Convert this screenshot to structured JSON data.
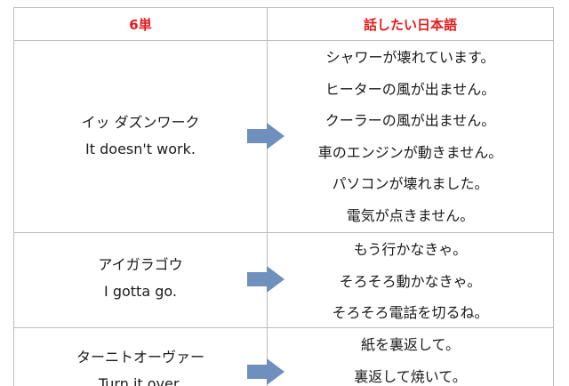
{
  "header": {
    "col1": "6単",
    "col2": "話したい日本語",
    "color": "#e31a1a"
  },
  "arrow_color": "#6f8fbd",
  "rows": [
    {
      "katakana": "イッ ダズンワーク",
      "english": "It doesn't work.",
      "sentences": [
        "シャワーが壊れています。",
        "ヒーターの風が出ません。",
        "クーラーの風が出ません。",
        "車のエンジンが動きません。",
        "パソコンが壊れました。",
        "電気が点きません。"
      ]
    },
    {
      "katakana": "アイガラゴウ",
      "english": "I gotta go.",
      "sentences": [
        "もう行かなきゃ。",
        "そろそろ動かなきゃ。",
        "そろそろ電話を切るね。"
      ]
    },
    {
      "katakana": "ターニトオーヴァー",
      "english": "Turn it over.",
      "sentences": [
        "紙を裏返して。",
        "裏返して焼いて。"
      ]
    }
  ]
}
